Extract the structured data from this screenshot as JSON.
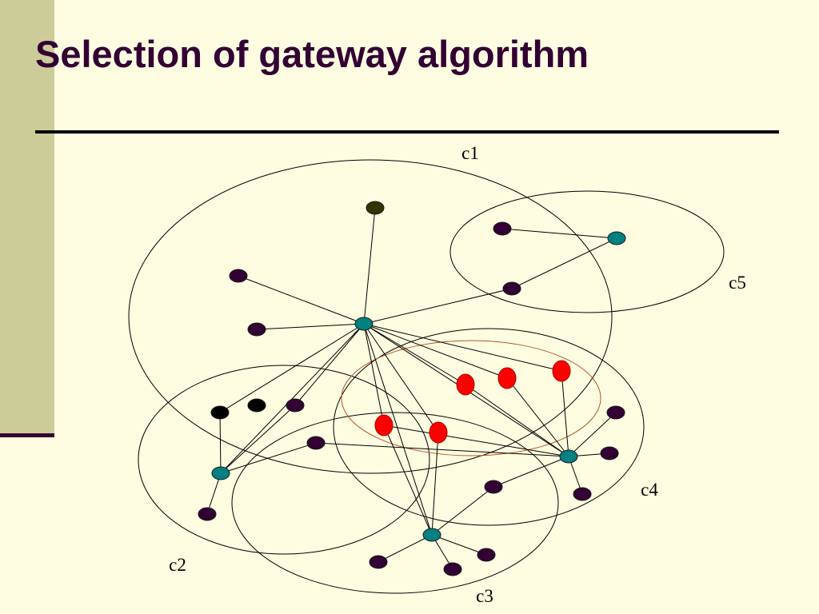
{
  "slide": {
    "title": "Selection of gateway algorithm"
  },
  "colors": {
    "background": "#FFFDE1",
    "sidebar": "#CCCC99",
    "title": "#330033",
    "gateway_node": "#008080",
    "member_node": "#330033",
    "black_node": "#000000",
    "olive_node": "#333300",
    "selected_node": "#FF0000",
    "highlight_ellipse": "#B5532A",
    "cluster_outline": "#000000",
    "edge": "#000000"
  },
  "clusters": [
    {
      "id": "c1",
      "label": "c1"
    },
    {
      "id": "c2",
      "label": "c2"
    },
    {
      "id": "c3",
      "label": "c3"
    },
    {
      "id": "c4",
      "label": "c4"
    },
    {
      "id": "c5",
      "label": "c5"
    }
  ],
  "nodes": [
    {
      "id": "g1",
      "role": "gateway"
    },
    {
      "id": "g2",
      "role": "gateway"
    },
    {
      "id": "g3",
      "role": "gateway"
    },
    {
      "id": "g4",
      "role": "gateway"
    },
    {
      "id": "g5",
      "role": "gateway"
    },
    {
      "id": "n1",
      "role": "olive"
    },
    {
      "id": "n2",
      "role": "member"
    },
    {
      "id": "n3",
      "role": "member"
    },
    {
      "id": "n4",
      "role": "member"
    },
    {
      "id": "n5",
      "role": "member"
    },
    {
      "id": "n6",
      "role": "black"
    },
    {
      "id": "n7",
      "role": "black"
    },
    {
      "id": "n8",
      "role": "member"
    },
    {
      "id": "n9",
      "role": "member"
    },
    {
      "id": "n10",
      "role": "member"
    },
    {
      "id": "n11",
      "role": "member"
    },
    {
      "id": "n12",
      "role": "member"
    },
    {
      "id": "n13",
      "role": "member"
    },
    {
      "id": "n14",
      "role": "member"
    },
    {
      "id": "n15",
      "role": "member"
    },
    {
      "id": "n16",
      "role": "member"
    },
    {
      "id": "n17",
      "role": "member"
    },
    {
      "id": "n18",
      "role": "member"
    },
    {
      "id": "r1",
      "role": "selected"
    },
    {
      "id": "r2",
      "role": "selected"
    },
    {
      "id": "r3",
      "role": "selected"
    },
    {
      "id": "r4",
      "role": "selected"
    },
    {
      "id": "r5",
      "role": "selected"
    }
  ],
  "edges": [
    [
      "g1",
      "n1"
    ],
    [
      "g1",
      "n2"
    ],
    [
      "g1",
      "n3"
    ],
    [
      "g1",
      "n4"
    ],
    [
      "g1",
      "n6"
    ],
    [
      "g1",
      "g2"
    ],
    [
      "g1",
      "n8"
    ],
    [
      "g1",
      "r1"
    ],
    [
      "g1",
      "r2"
    ],
    [
      "g1",
      "r3"
    ],
    [
      "g1",
      "r4"
    ],
    [
      "g1",
      "r5"
    ],
    [
      "g1",
      "g3"
    ],
    [
      "g1",
      "g4"
    ],
    [
      "n5",
      "g5"
    ],
    [
      "n4",
      "g5"
    ],
    [
      "g2",
      "n6"
    ],
    [
      "g2",
      "n8"
    ],
    [
      "g2",
      "n9"
    ],
    [
      "g2",
      "n10"
    ],
    [
      "n9",
      "g4"
    ],
    [
      "r4",
      "g4"
    ],
    [
      "r2",
      "g4"
    ],
    [
      "r1",
      "g4"
    ],
    [
      "r3",
      "g4"
    ],
    [
      "g4",
      "n11"
    ],
    [
      "g4",
      "n12"
    ],
    [
      "g4",
      "n13"
    ],
    [
      "g4",
      "n14"
    ],
    [
      "r4",
      "g3"
    ],
    [
      "r5",
      "g3"
    ],
    [
      "n14",
      "g3"
    ],
    [
      "g3",
      "n15"
    ],
    [
      "g3",
      "n16"
    ],
    [
      "g3",
      "n17"
    ]
  ]
}
